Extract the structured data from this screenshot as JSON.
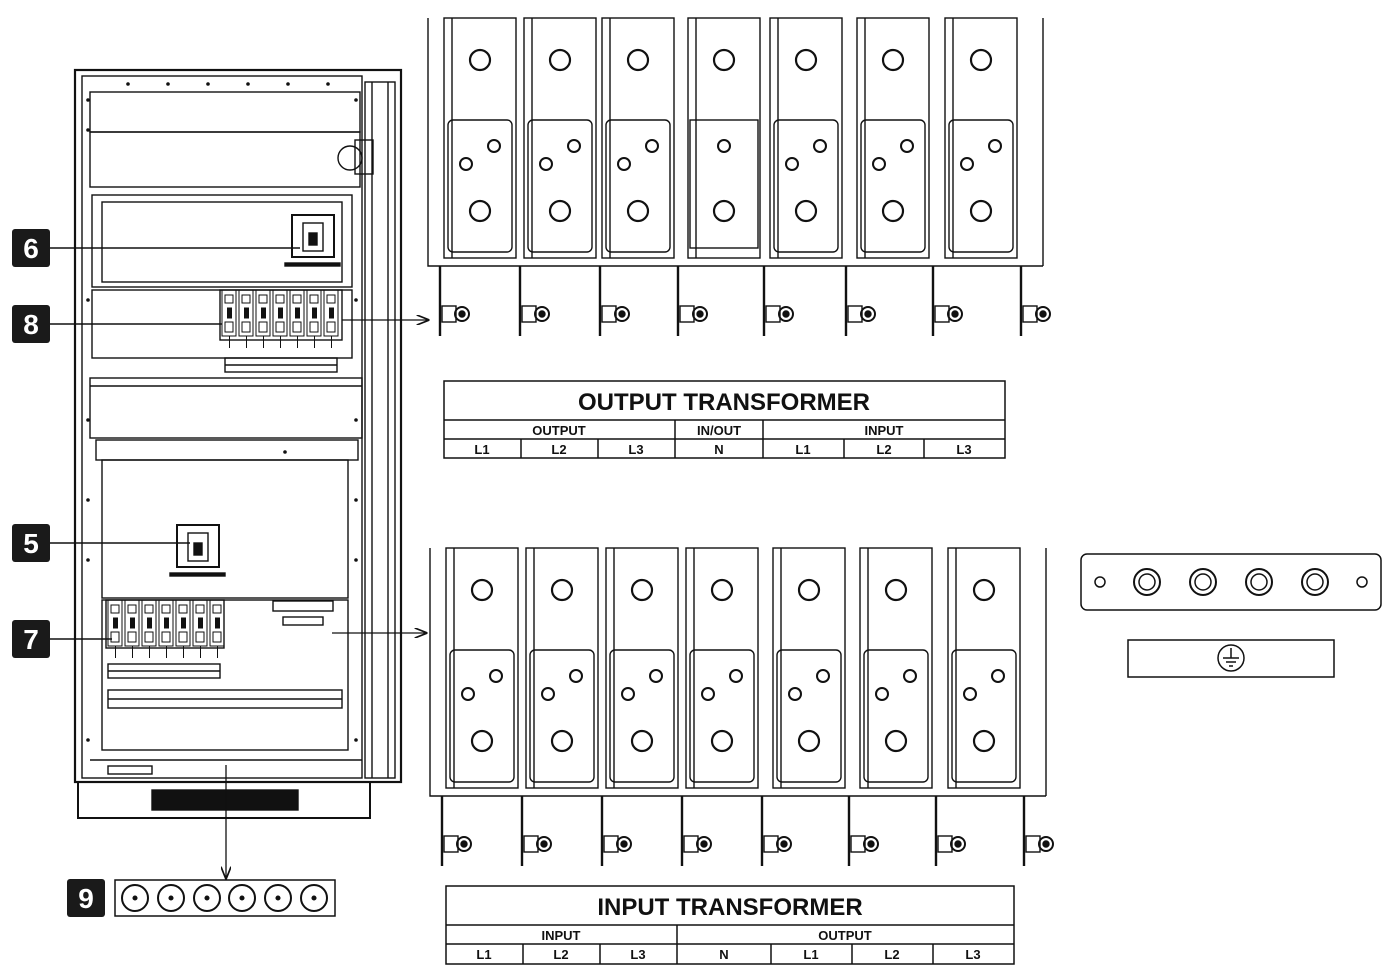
{
  "callouts": [
    {
      "id": "6",
      "label": "6"
    },
    {
      "id": "8",
      "label": "8"
    },
    {
      "id": "5",
      "label": "5"
    },
    {
      "id": "7",
      "label": "7"
    },
    {
      "id": "9",
      "label": "9"
    }
  ],
  "output_transformer": {
    "title": "OUTPUT TRANSFORMER",
    "groups": [
      "OUTPUT",
      "IN/OUT",
      "INPUT"
    ],
    "terminals": [
      "L1",
      "L2",
      "L3",
      "N",
      "L1",
      "L2",
      "L3"
    ]
  },
  "input_transformer": {
    "title": "INPUT TRANSFORMER",
    "groups": [
      "INPUT",
      "OUTPUT"
    ],
    "terminals": [
      "L1",
      "L2",
      "L3",
      "N",
      "L1",
      "L2",
      "L3"
    ]
  },
  "ground_bar": {
    "symbol": "protective-earth"
  },
  "colors": {
    "line": "#111111",
    "badge": "#1a1a1a",
    "background": "#ffffff"
  }
}
